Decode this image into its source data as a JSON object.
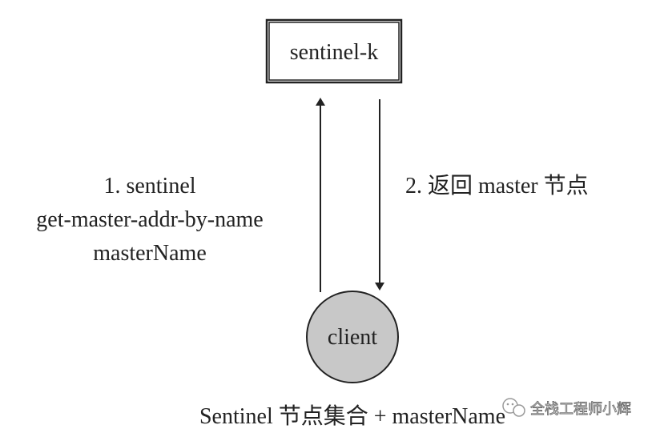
{
  "nodes": {
    "sentinel": {
      "label": "sentinel-k"
    },
    "client": {
      "label": "client"
    }
  },
  "edges": {
    "request": {
      "lines": [
        "1. sentinel",
        "get-master-addr-by-name",
        "masterName"
      ]
    },
    "response": {
      "label": "2. 返回 master 节点"
    }
  },
  "caption": "Sentinel 节点集合 + masterName",
  "watermark": {
    "text": "全栈工程师小辉",
    "icon": "wechat-icon"
  },
  "colors": {
    "stroke": "#222222",
    "client_fill": "#c8c8c8",
    "text": "#222222"
  }
}
